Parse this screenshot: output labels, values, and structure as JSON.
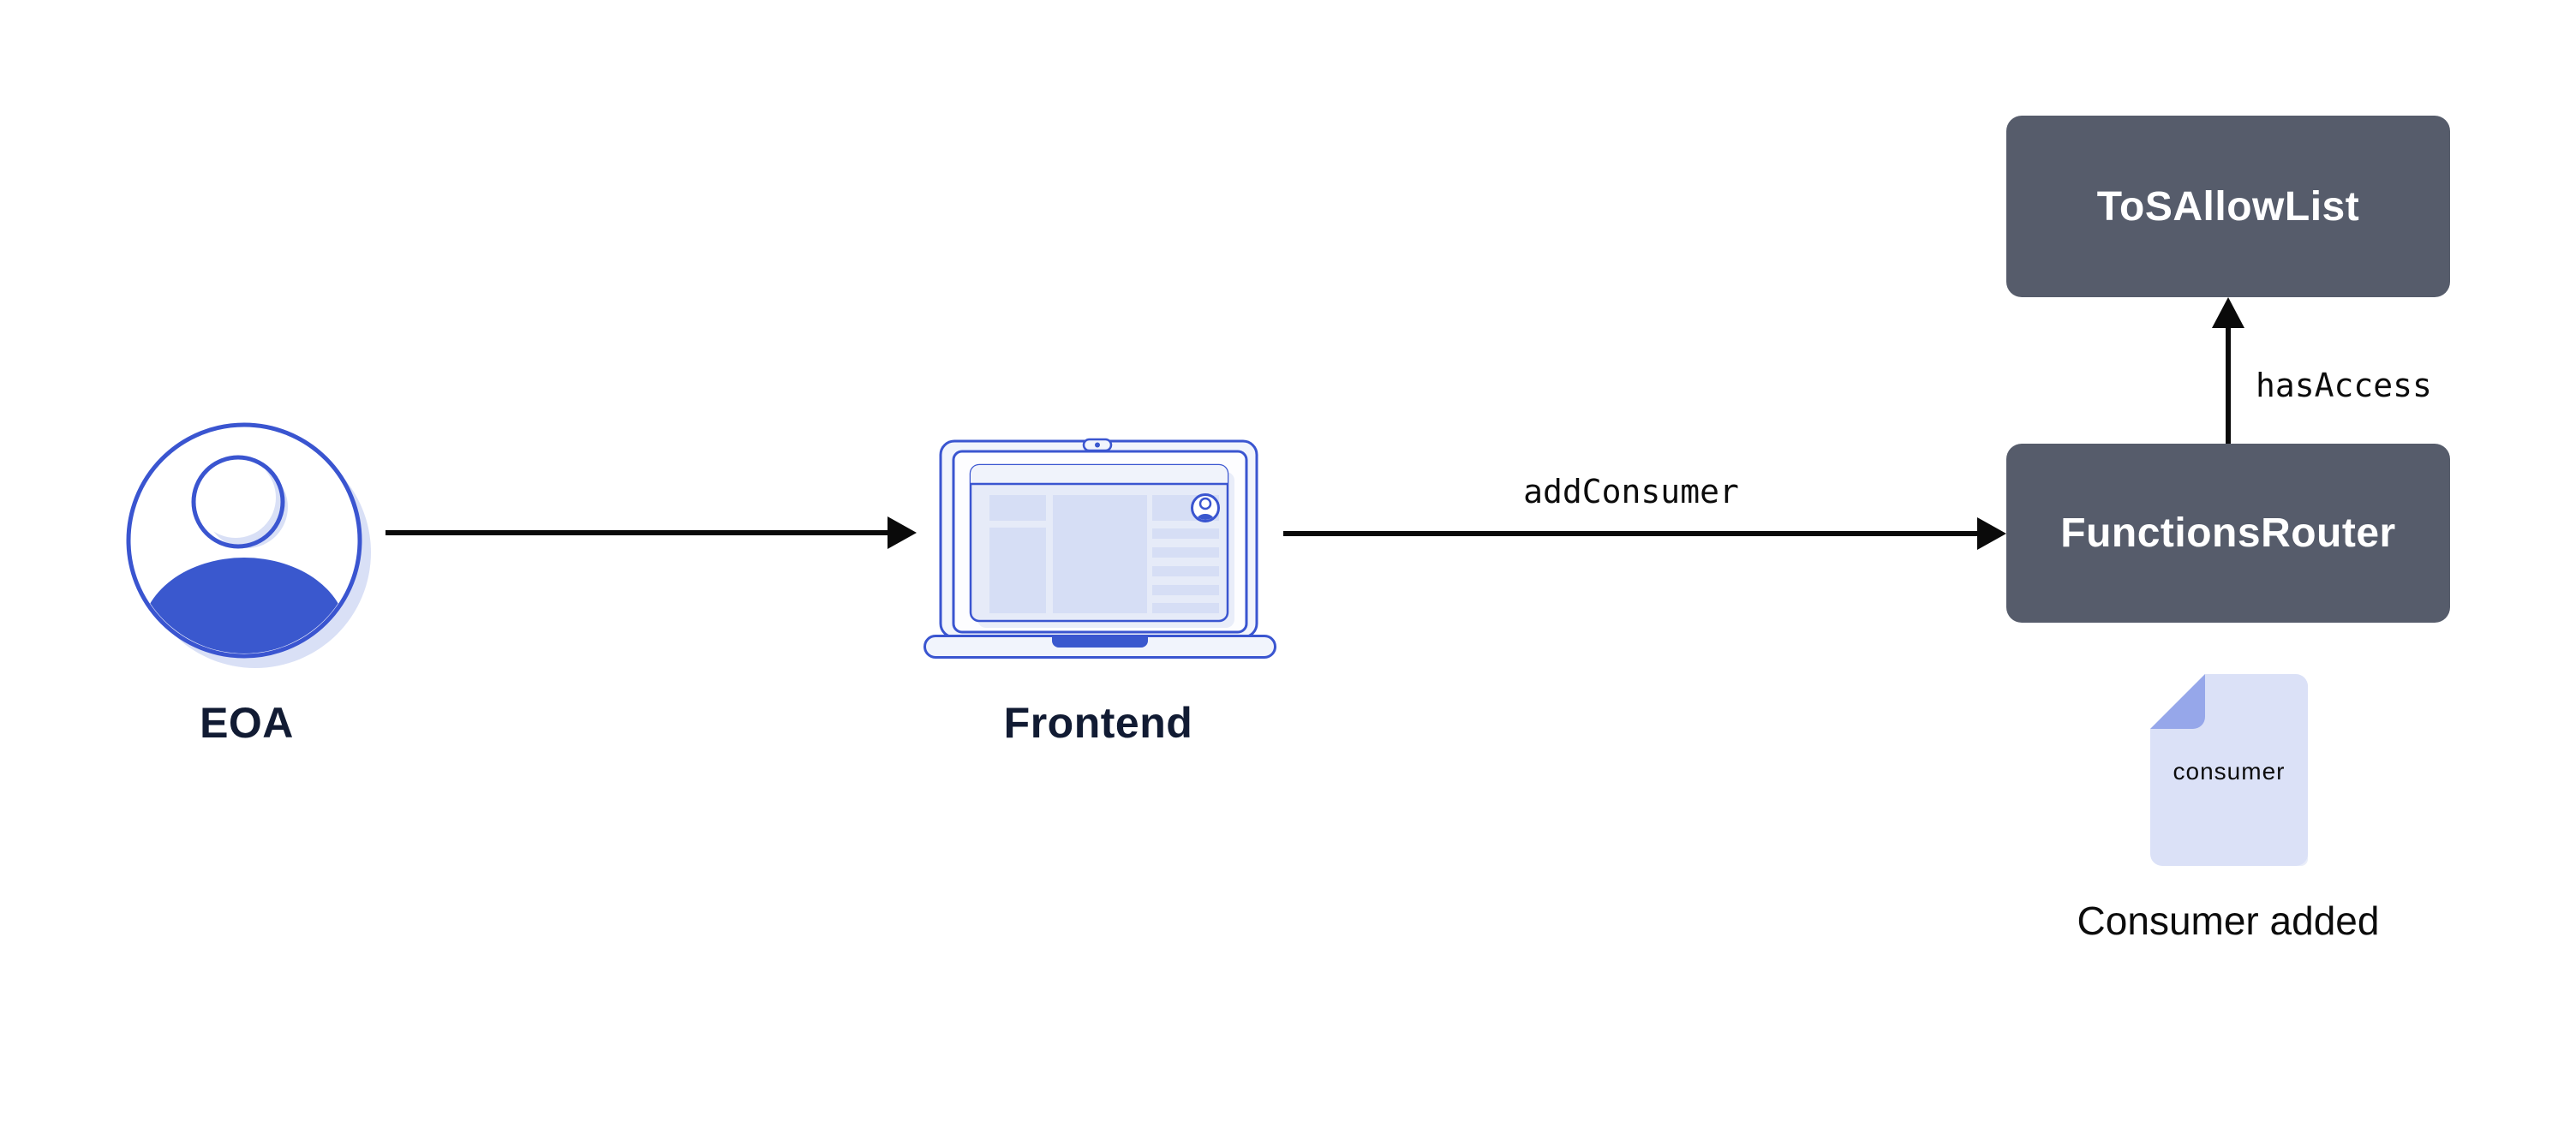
{
  "diagram_title": "",
  "colors": {
    "bg": "#ffffff",
    "brand_blue": "#3A55D0",
    "solid_blue": "#3A58CE",
    "lavender": "#D9E0F6",
    "panel": "#E6EBF8",
    "panel_light": "#F0F3FB",
    "block": "#D6DEF5",
    "light": "#F1F4FC",
    "shadow_soft": "#E9EDF9",
    "page": "#DBE1F7",
    "fold": "#96A7EA",
    "box_dark": "#565C6B",
    "text_navy": "#111B33",
    "text_black": "#0c0c0c",
    "arrow": "#0a0a0a"
  },
  "nodes": {
    "eoa": {
      "label": "EOA",
      "icon": "user-avatar-icon"
    },
    "frontend": {
      "label": "Frontend",
      "icon": "laptop-icon"
    },
    "tos_allow_list": {
      "label": "ToSAllowList"
    },
    "functions_router": {
      "label": "FunctionsRouter"
    },
    "consumer_doc": {
      "icon": "document-icon",
      "doc_text": "consumer",
      "caption": "Consumer added"
    }
  },
  "edges": [
    {
      "from": "eoa",
      "to": "frontend",
      "label": ""
    },
    {
      "from": "frontend",
      "to": "functions_router",
      "label": "addConsumer"
    },
    {
      "from": "functions_router",
      "to": "tos_allow_list",
      "label": "hasAccess"
    }
  ]
}
